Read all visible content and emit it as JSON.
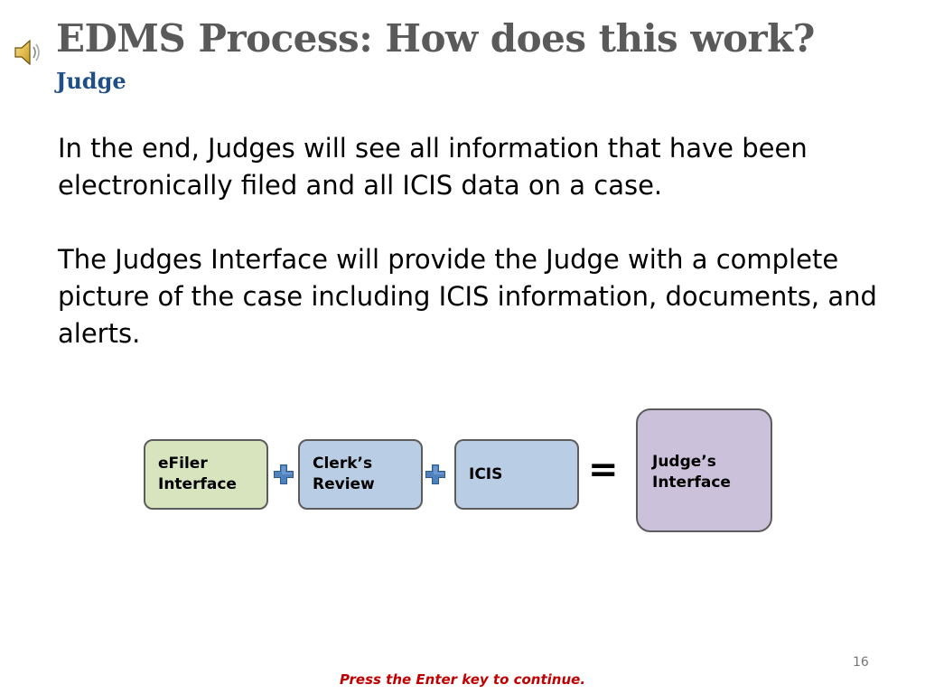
{
  "slide": {
    "title": "EDMS Process: How does this work?",
    "subtitle": "Judge",
    "paragraphs": [
      "In the end, Judges will see all information that have been electronically filed and all ICIS data on a case.",
      "The Judges Interface will provide the Judge with a complete picture of the case including ICIS information, documents, and alerts."
    ],
    "page_number": "16",
    "footer": "Press the Enter key to continue."
  },
  "diagram": {
    "boxes": [
      {
        "label": "eFiler\nInterface",
        "color": "#d7e4bd"
      },
      {
        "label": "Clerk’s\nReview",
        "color": "#b9cde5"
      },
      {
        "label": "ICIS",
        "color": "#b9cde5"
      },
      {
        "label": "Judge’s\nInterface",
        "color": "#ccc1da"
      }
    ],
    "equals": "="
  },
  "icons": {
    "audio": "speaker-icon",
    "plus": "plus-icon"
  },
  "colors": {
    "title": "#5a5a5a",
    "subtitle": "#1f4f86",
    "footer": "#c00000",
    "plus": "#4f81bd"
  }
}
